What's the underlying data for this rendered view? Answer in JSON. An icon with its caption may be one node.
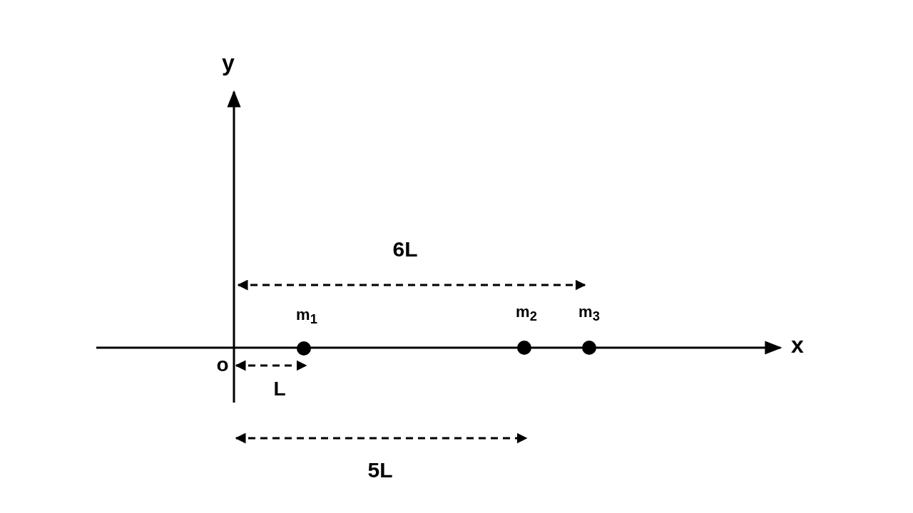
{
  "diagram": {
    "labels": [
      "y",
      "6L",
      "m$_{1}$",
      "m$_{2}$",
      "m$_{3}$",
      "x",
      "o",
      "L",
      "5L"
    ]
  }
}
